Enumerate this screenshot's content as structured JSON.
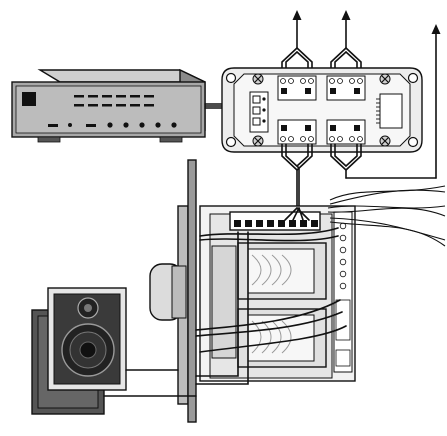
{
  "diagram": {
    "caption": "",
    "colors": {
      "line": "#111111",
      "panel_fill": "#f2f2f2",
      "panel_shade": "#bdbdbd",
      "receiver_body": "#9a9a9a",
      "receiver_face": "#bcbcbc",
      "speaker_frame": "#e6e6e6",
      "speaker_shadow": "#555555",
      "transformer_fill": "#e0e0e0"
    },
    "components": [
      {
        "id": "receiver",
        "icon": "stereo-receiver-icon"
      },
      {
        "id": "distribution_hub",
        "icon": "speaker-selector-hub-icon"
      },
      {
        "id": "in_wall_volume_control",
        "icon": "volume-control-module-icon"
      },
      {
        "id": "in_wall_speaker",
        "icon": "in-wall-speaker-icon"
      },
      {
        "id": "wall_stud",
        "icon": "wall-stud-icon"
      }
    ],
    "outputs": [
      {
        "id": "zone-output-1",
        "icon": "arrow-up-icon"
      },
      {
        "id": "zone-output-2",
        "icon": "arrow-up-icon"
      },
      {
        "id": "zone-output-3",
        "icon": "arrow-up-icon"
      }
    ]
  }
}
